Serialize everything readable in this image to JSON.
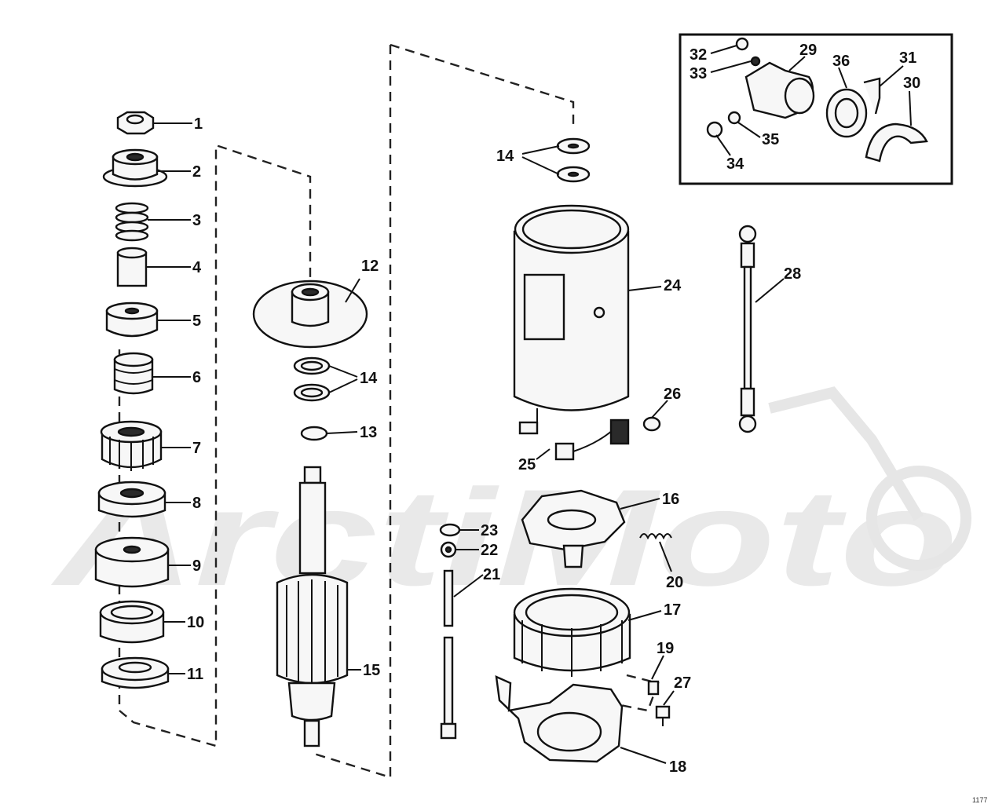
{
  "watermark": {
    "text": "ArctiMoto"
  },
  "inset_box": {
    "labels": [
      "29",
      "30",
      "31",
      "32",
      "33",
      "34",
      "35",
      "36"
    ]
  },
  "callouts": {
    "p1": "1",
    "p2": "2",
    "p3": "3",
    "p4": "4",
    "p5": "5",
    "p6": "6",
    "p7": "7",
    "p8": "8",
    "p9": "9",
    "p10": "10",
    "p11": "11",
    "p12": "12",
    "p13": "13",
    "p14a": "14",
    "p14b": "14",
    "p15": "15",
    "p16": "16",
    "p17": "17",
    "p18": "18",
    "p19": "19",
    "p20": "20",
    "p21": "21",
    "p22": "22",
    "p23": "23",
    "p24": "24",
    "p25": "25",
    "p26": "26",
    "p27": "27",
    "p28": "28",
    "p29": "29",
    "p30": "30",
    "p31": "31",
    "p32": "32",
    "p33": "33",
    "p34": "34",
    "p35": "35",
    "p36": "36"
  },
  "corner_code": "1177"
}
